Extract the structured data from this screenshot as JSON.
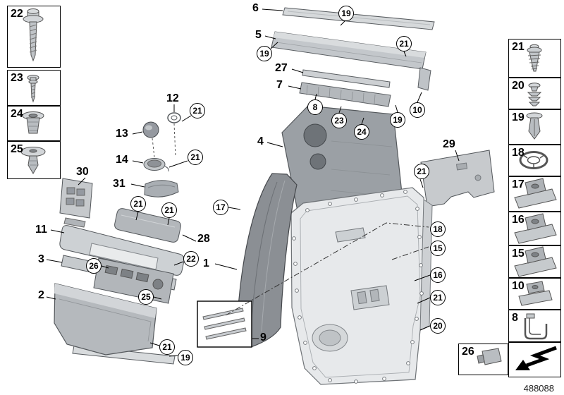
{
  "figure": {
    "number": "488088"
  },
  "style": {
    "line_color": "#000000",
    "part_fill": "#c9cdd1",
    "part_dark": "#8b8f94"
  },
  "part_labels": [
    {
      "id": "6"
    },
    {
      "id": "5"
    },
    {
      "id": "27"
    },
    {
      "id": "7"
    },
    {
      "id": "4"
    },
    {
      "id": "29"
    },
    {
      "id": "12"
    },
    {
      "id": "13"
    },
    {
      "id": "14"
    },
    {
      "id": "31"
    },
    {
      "id": "30"
    },
    {
      "id": "11"
    },
    {
      "id": "28"
    },
    {
      "id": "3"
    },
    {
      "id": "1"
    },
    {
      "id": "2"
    },
    {
      "id": "9"
    }
  ],
  "callouts": [
    {
      "id": "19"
    },
    {
      "id": "21"
    },
    {
      "id": "19"
    },
    {
      "id": "8"
    },
    {
      "id": "23"
    },
    {
      "id": "24"
    },
    {
      "id": "19"
    },
    {
      "id": "10"
    },
    {
      "id": "21"
    },
    {
      "id": "21"
    },
    {
      "id": "21"
    },
    {
      "id": "21"
    },
    {
      "id": "17"
    },
    {
      "id": "21"
    },
    {
      "id": "18"
    },
    {
      "id": "15"
    },
    {
      "id": "16"
    },
    {
      "id": "21"
    },
    {
      "id": "20"
    },
    {
      "id": "22"
    },
    {
      "id": "26"
    },
    {
      "id": "25"
    },
    {
      "id": "21"
    },
    {
      "id": "19"
    }
  ],
  "legend_left": [
    {
      "id": "22"
    },
    {
      "id": "23"
    },
    {
      "id": "24"
    },
    {
      "id": "25"
    }
  ],
  "legend_right": [
    {
      "id": "21"
    },
    {
      "id": "20"
    },
    {
      "id": "19"
    },
    {
      "id": "18"
    },
    {
      "id": "17"
    },
    {
      "id": "16"
    },
    {
      "id": "15"
    },
    {
      "id": "10"
    },
    {
      "id": "8"
    }
  ],
  "legend_misc": [
    {
      "id": "26"
    }
  ]
}
